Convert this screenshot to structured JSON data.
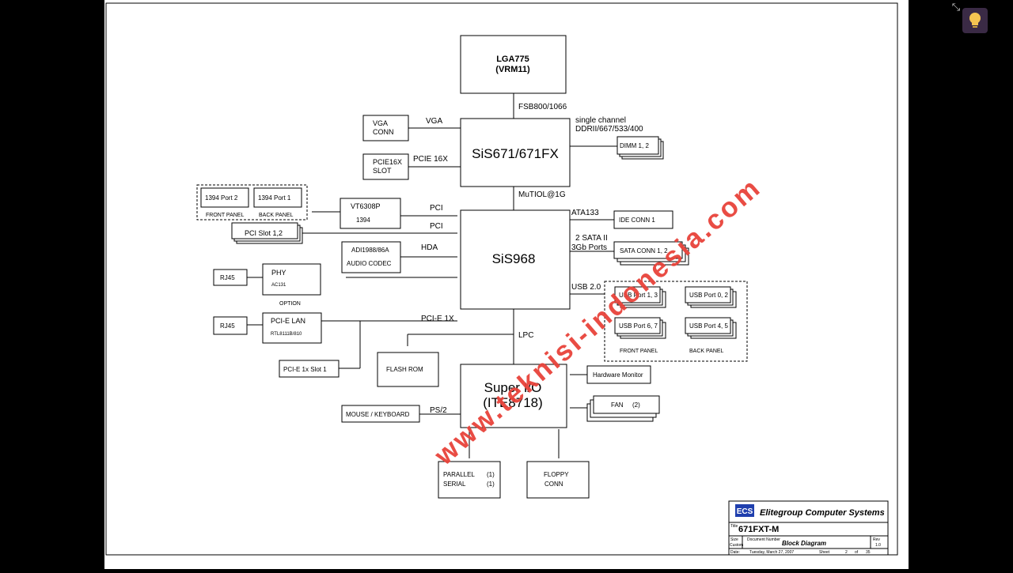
{
  "colors": {
    "watermark": "#e8423a",
    "background": "#000000",
    "sheet": "#ffffff",
    "bulb": "#f4c451"
  },
  "icons": {
    "exit_fullscreen": "exit-fullscreen-icon",
    "hint": "lightbulb-icon"
  },
  "watermark": "www.teknisi-indonesia.com",
  "blocks": {
    "cpu": {
      "line1": "LGA775",
      "line2": "(VRM11)"
    },
    "northbridge": "SiS671/671FX",
    "southbridge": "SiS968",
    "superio": {
      "line1": "Super I/O",
      "line2": "(ITE8718)"
    },
    "vga": {
      "line1": "VGA",
      "line2": "CONN"
    },
    "pcie16": {
      "line1": "PCIE16X",
      "line2": "SLOT"
    },
    "p1394_2": "1394 Port 2",
    "p1394_1": "1394 Port 1",
    "front_panel_1394": "FRONT PANEL",
    "back_panel_1394": "BACK PANEL",
    "vt6308": {
      "line1": "VT6308P",
      "line2": "1394"
    },
    "pci_slot": "PCI Slot 1,2",
    "audio": {
      "line1": "ADI1988/86A",
      "line2": "AUDIO CODEC"
    },
    "rj45_1": "RJ45",
    "phy": {
      "line1": "PHY",
      "line2": "AC131"
    },
    "option": "OPTION",
    "rj45_2": "RJ45",
    "lan": {
      "line1": "PCI-E LAN",
      "line2": "RTL8111B/810"
    },
    "pcie1": "PCI-E 1x Slot 1",
    "flash": "FLASH ROM",
    "mouse": "MOUSE / KEYBOARD",
    "parallel": {
      "line1": "PARALLEL",
      "line2": "SERIAL",
      "n1": "(1)",
      "n2": "(1)"
    },
    "floppy": {
      "line1": "FLOPPY",
      "line2": "CONN"
    },
    "dimm": "DIMM 1, 2",
    "ide": "IDE CONN 1",
    "sata": "SATA CONN 1, 2",
    "usb13": "USB Port 1, 3",
    "usb02": "USB Port 0, 2",
    "usb67": "USB Port 6, 7",
    "usb45": "USB Port 4, 5",
    "usb_front": "FRONT PANEL",
    "usb_back": "BACK PANEL",
    "hwmon": "Hardware Monitor",
    "fan": {
      "label": "FAN",
      "count": "(2)"
    }
  },
  "labels": {
    "fsb": "FSB800/1066",
    "vga": "VGA",
    "pcie16x": "PCIE 16X",
    "mem1": "single channel",
    "mem2": "DDRII/667/533/400",
    "mutiol": "MuTIOL@1G",
    "pci_a": "PCI",
    "pci_b": "PCI",
    "hda": "HDA",
    "ata133": "ATA133",
    "sata1": "2 SATA II",
    "sata2": "3Gb Ports",
    "usb20": "USB 2.0",
    "pcie1x": "PCI-E 1X",
    "lpc": "LPC",
    "ps2": "PS/2"
  },
  "title_block": {
    "logo": "ECS",
    "company": "Elitegroup Computer Systems",
    "title_label": "Title",
    "title": "671FXT-M",
    "size_label": "Size",
    "size": "Custom",
    "doc_label": "Document Number",
    "doc": "Block Diagram",
    "rev_label": "Rev",
    "rev": "1.0",
    "date_label": "Date:",
    "date": "Tuesday, March 27, 2007",
    "sheet_label": "Sheet",
    "sheet": "2",
    "of_label": "of",
    "of": "35"
  }
}
